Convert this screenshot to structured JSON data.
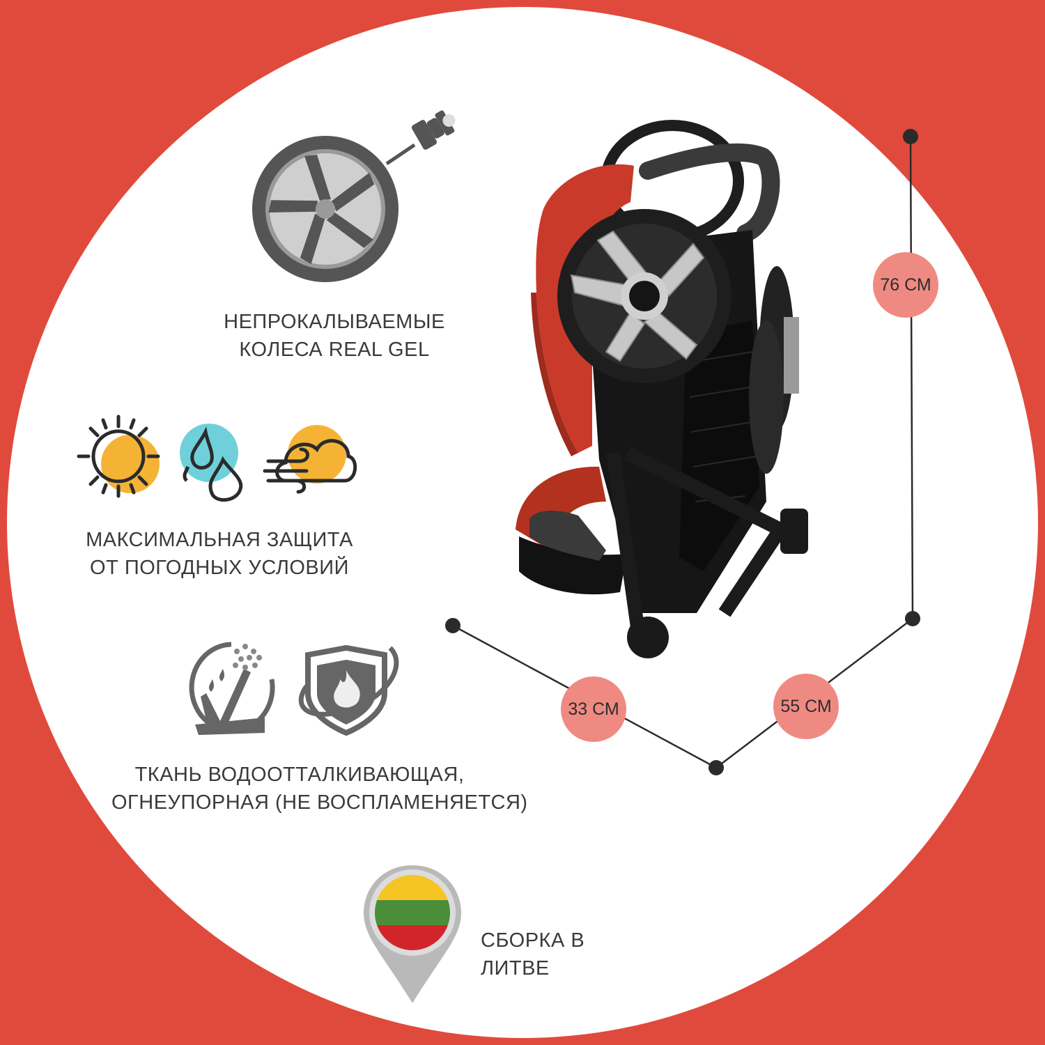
{
  "features": {
    "wheels": {
      "line1": "НЕПРОКАЛЫВАЕМЫЕ",
      "line2": "КОЛЕСА REAL GEL"
    },
    "weather": {
      "line1": "МАКСИМАЛЬНАЯ ЗАЩИТА",
      "line2": "ОТ ПОГОДНЫХ УСЛОВИЙ"
    },
    "fabric": {
      "line1": "ТКАНЬ ВОДООТТАЛКИВАЮЩАЯ,",
      "line2": "ОГНЕУПОРНАЯ (НЕ ВОСПЛАМЕНЯЕТСЯ)"
    },
    "origin": {
      "label": "СБОРКА В ЛИТВЕ"
    }
  },
  "dimensions": {
    "height": "76 СМ",
    "depth": "33 СМ",
    "width": "55 СМ"
  },
  "icons": [
    "gel-wheel-icon",
    "sun-icon",
    "rain-drops-icon",
    "wind-cloud-icon",
    "water-repellent-icon",
    "fire-shield-icon",
    "lithuania-flag-pin-icon"
  ],
  "colors": {
    "background": "#e04a3c",
    "badge": "#ef8a82",
    "sun": "#f5b335",
    "water": "#6fd0db",
    "stroller_fabric": "#c93a2a",
    "flag": [
      "#f6c423",
      "#4a8e3a",
      "#d1252b"
    ]
  }
}
